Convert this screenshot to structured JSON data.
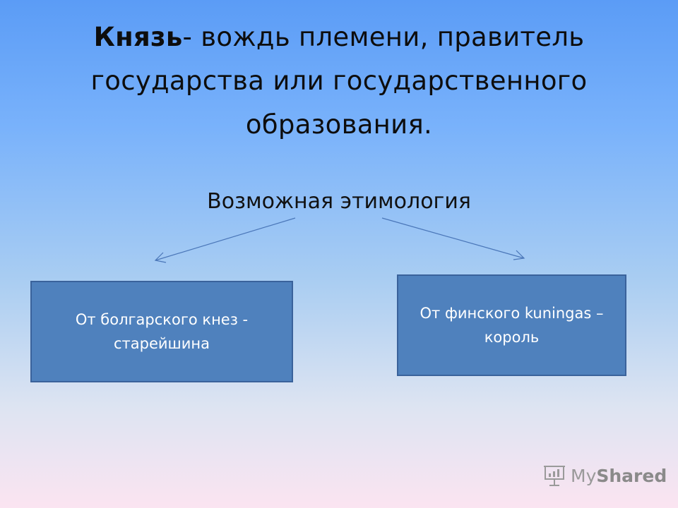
{
  "slide": {
    "term": "Князь",
    "definition": "- вождь племени, правитель государства или государственного образования.",
    "subtitle": "Возможная этимология",
    "boxes": {
      "left": "От болгарского кнез - старейшина",
      "right": "От финского kuningas – король"
    },
    "watermark": {
      "brand_light": "My",
      "brand_bold": "Shared"
    }
  },
  "colors": {
    "box_fill": "#4f81bd",
    "arrow": "#4a76b8"
  },
  "icons": [
    "presentation-board-icon",
    "arrow-icon"
  ]
}
